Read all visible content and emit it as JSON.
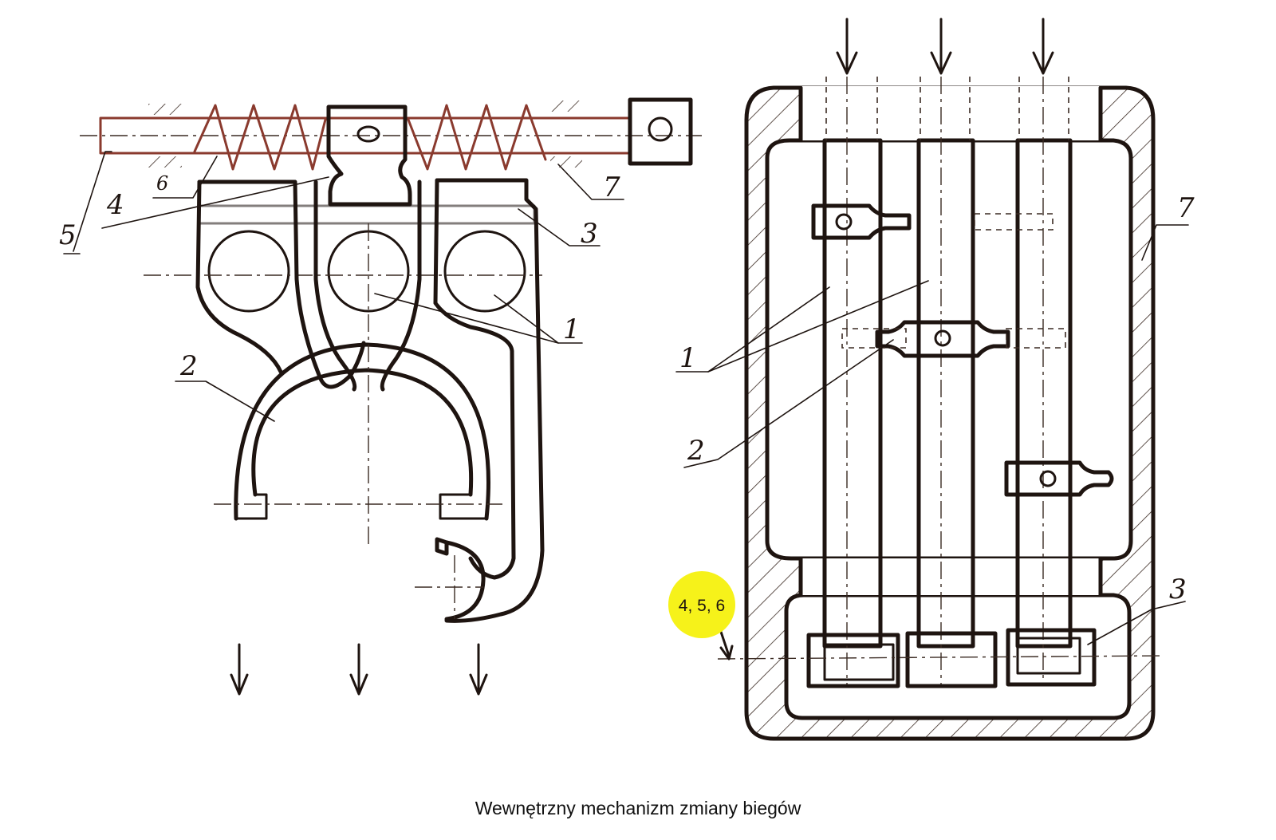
{
  "caption": "Wewnętrzny mechanizm zmiany biegów",
  "left_view": {
    "labels": {
      "l1": "1",
      "l2": "2",
      "l3": "3",
      "l4": "4",
      "l5": "5",
      "l6": "6",
      "l7": "7"
    }
  },
  "right_view": {
    "labels": {
      "l1": "1",
      "l2": "2",
      "l3": "3",
      "l7": "7"
    },
    "callout": "4, 5, 6"
  },
  "colors": {
    "ink": "#1e1410",
    "rod": "#8a3a2e",
    "highlight": "#f6f21a",
    "background": "#ffffff"
  }
}
